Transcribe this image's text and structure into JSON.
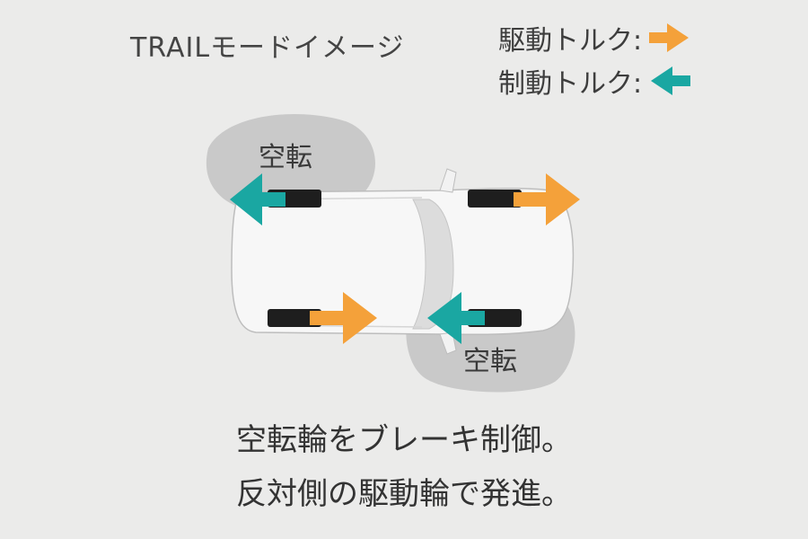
{
  "title": "TRAILモードイメージ",
  "legend": {
    "drive_label": "駆動トルク:",
    "brake_label": "制動トルク:",
    "drive_color": "#f4a13a",
    "brake_color": "#1aa7a2"
  },
  "slip_labels": {
    "front_left": "空転",
    "rear_right": "空転"
  },
  "caption": {
    "line1": "空転輪をブレーキ制御。",
    "line2": "反対側の駆動輪で発進。"
  },
  "colors": {
    "background": "#ebebea",
    "slip_zone": "#c9c9c9",
    "car_body": "#f7f7f7",
    "tire": "#1e1e1e"
  }
}
